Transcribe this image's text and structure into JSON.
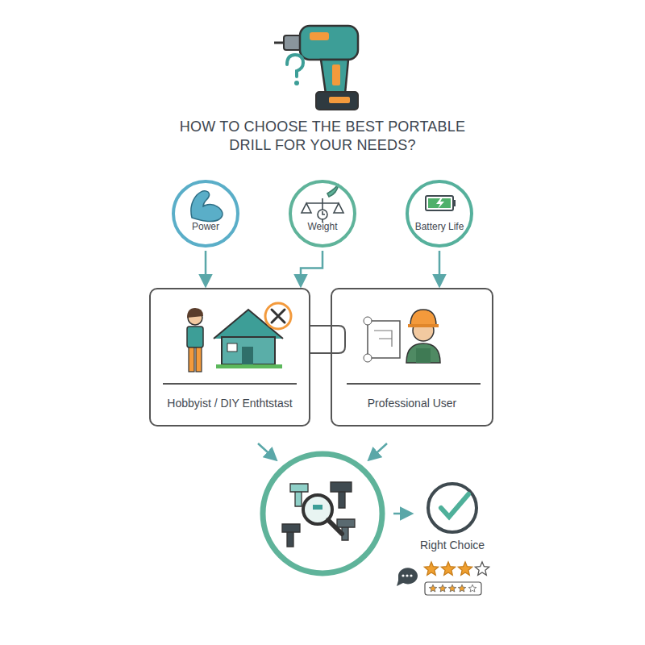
{
  "diagram": {
    "title": "HOW TO CHOOSE THE BEST PORTABLE DRILL FOR YOUR NEEDS?",
    "nodes": [
      {
        "text": [
          "Power"
        ]
      },
      {
        "text": [
          "Weight"
        ]
      },
      {
        "text": [
          "Battery Life"
        ]
      },
      {
        "text": [
          "Hobbyist / DIY Enthtstast"
        ]
      },
      {
        "text": [
          "Professional User"
        ]
      },
      {
        "text": [
          "Right Choice"
        ]
      }
    ],
    "edges": [
      {
        "from": 0,
        "to": 3,
        "arrow": "to"
      },
      {
        "from": 1,
        "to": 3,
        "arrow": "to"
      },
      {
        "from": 2,
        "to": 4,
        "arrow": "to"
      }
    ]
  }
}
